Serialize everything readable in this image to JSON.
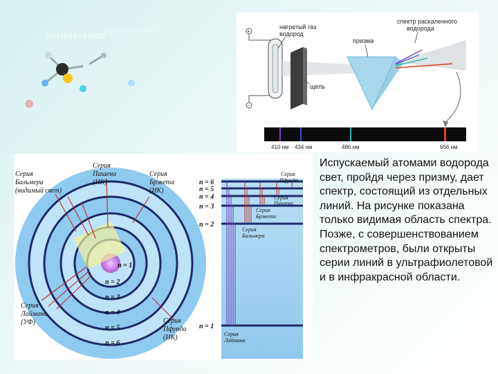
{
  "background": {
    "binary_text": "0101010101010"
  },
  "spectrometer": {
    "gas_label_1": "нагретый газ",
    "gas_label_2": "водород",
    "plus_sign": "+",
    "minus_sign": "−",
    "slit_label": "щель",
    "prism_label": "призма",
    "spectrum_label_1": "спектр раскаленного",
    "spectrum_label_2": "водорода",
    "lines": [
      {
        "label": "410 нм",
        "color": "#7b3fc8"
      },
      {
        "label": "434 нм",
        "color": "#3a4fd6"
      },
      {
        "label": "486 нм",
        "color": "#19b8b0"
      },
      {
        "label": "656 нм",
        "color": "#e0401c"
      }
    ]
  },
  "atom_diagram": {
    "balmer_1": "Серия",
    "balmer_2": "Бальмера",
    "balmer_3": "(видимый свет)",
    "paschen_1": "Серия",
    "paschen_2": "Пашена",
    "paschen_3": "(ИК)",
    "brackett_1": "Серия",
    "brackett_2": "Брэкета",
    "brackett_3": "(ИК)",
    "lyman_1": "Серия",
    "lyman_2": "Лаймана",
    "lyman_3": "(УФ)",
    "pfund_1": "Серия",
    "pfund_2": "Пфунда",
    "pfund_3": "(ИК)",
    "orbits": [
      "n = 1",
      "n = 2",
      "n = 3",
      "n = 4",
      "n = 5",
      "n = 6"
    ]
  },
  "energy_levels": {
    "levels": [
      "n = 6",
      "n = 5",
      "n = 4",
      "n = 3",
      "n = 2",
      "n = 1"
    ],
    "pfund_1": "Серия",
    "pfund_2": "Пфунда",
    "brackett_1": "Серия",
    "brackett_2": "Брэкета",
    "paschen_1": "Серия",
    "paschen_2": "Пашена",
    "balmer_1": "Серия",
    "balmer_2": "Бальмера",
    "lyman_1": "Серия",
    "lyman_2": "Лаймана"
  },
  "caption": "Испускаемый атомами водорода свет, пройдя через призму, дает спектр, состоящий из отдельных линий. На рисунке показана только видимая область спектра. Позже, с совершенствованием спектрометров, были открыты серии линий в ультрафиолетовой и в инфракрасной области.",
  "colors": {
    "accent_blue": "#4aa3e0",
    "background_teal": "#d9f0f1"
  }
}
